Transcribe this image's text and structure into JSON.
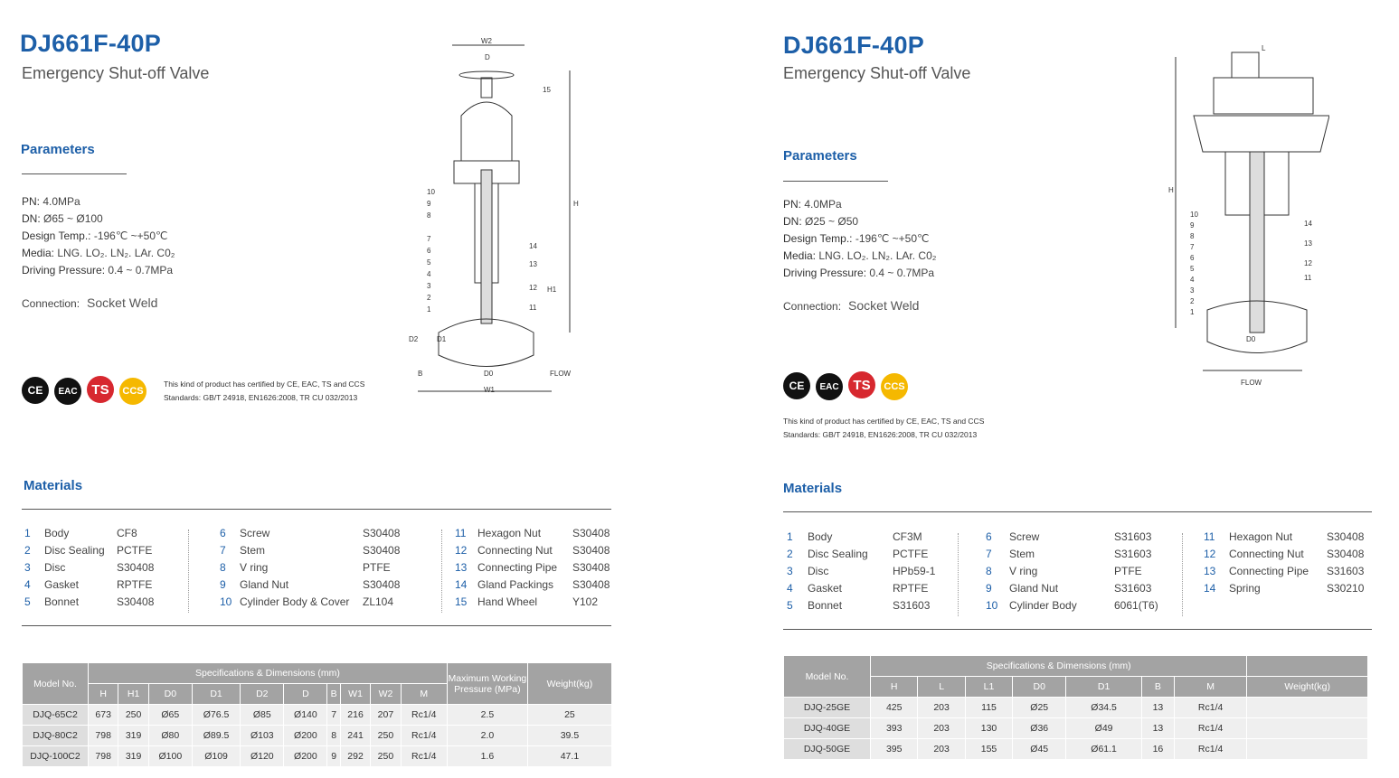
{
  "left": {
    "title": "DJ661F-40P",
    "subtitle": "Emergency Shut-off Valve",
    "parameters_heading": "Parameters",
    "params": [
      [
        "PN:",
        "4.0MPa"
      ],
      [
        "DN:",
        "Ø65 ~ Ø100"
      ],
      [
        "Design Temp.:",
        "-196℃ ~+50℃"
      ],
      [
        "Media:",
        "LNG. LO₂. LN₂. LAr. C0₂"
      ],
      [
        "Driving Pressure:",
        "0.4 ~ 0.7MPa"
      ]
    ],
    "connection_label": "Connection:",
    "connection_value": "Socket Weld",
    "certs": [
      "CE",
      "EAC",
      "TS",
      "CCS"
    ],
    "cert_text": "This kind of product has certified by CE, EAC, TS and CCS",
    "standards": "Standards:  GB/T 24918, EN1626:2008, TR CU 032/2013",
    "materials_heading": "Materials",
    "materials": [
      [
        "1",
        "Body",
        "CF8"
      ],
      [
        "2",
        "Disc Sealing",
        "PCTFE"
      ],
      [
        "3",
        "Disc",
        "S30408"
      ],
      [
        "4",
        "Gasket",
        "RPTFE"
      ],
      [
        "5",
        "Bonnet",
        "S30408"
      ],
      [
        "6",
        "Screw",
        "S30408"
      ],
      [
        "7",
        "Stem",
        "S30408"
      ],
      [
        "8",
        "V ring",
        "PTFE"
      ],
      [
        "9",
        "Gland Nut",
        "S30408"
      ],
      [
        "10",
        "Cylinder Body & Cover",
        "ZL104"
      ],
      [
        "11",
        "Hexagon Nut",
        "S30408"
      ],
      [
        "12",
        "Connecting Nut",
        "S30408"
      ],
      [
        "13",
        "Connecting Pipe",
        "S30408"
      ],
      [
        "14",
        "Gland Packings",
        "S30408"
      ],
      [
        "15",
        "Hand Wheel",
        "Y102"
      ]
    ],
    "table": {
      "model_header": "Model No.",
      "spec_header": "Specifications & Dimensions (mm)",
      "pressure_header": "Maximum Working Pressure (MPa)",
      "weight_header": "Weight(kg)",
      "columns": [
        "H",
        "H1",
        "D0",
        "D1",
        "D2",
        "D",
        "B",
        "W1",
        "W2",
        "M"
      ],
      "rows": [
        [
          "DJQ-65C2",
          "673",
          "250",
          "Ø65",
          "Ø76.5",
          "Ø85",
          "Ø140",
          "7",
          "216",
          "207",
          "Rc1/4",
          "2.5",
          "25"
        ],
        [
          "DJQ-80C2",
          "798",
          "319",
          "Ø80",
          "Ø89.5",
          "Ø103",
          "Ø200",
          "8",
          "241",
          "250",
          "Rc1/4",
          "2.0",
          "39.5"
        ],
        [
          "DJQ-100C2",
          "798",
          "319",
          "Ø100",
          "Ø109",
          "Ø120",
          "Ø200",
          "9",
          "292",
          "250",
          "Rc1/4",
          "1.6",
          "47.1"
        ]
      ]
    },
    "drawing_labels": [
      "W2",
      "D",
      "15",
      "H",
      "H1",
      "D2",
      "D1",
      "B",
      "D0",
      "W1",
      "FLOW",
      "1",
      "2",
      "3",
      "4",
      "5",
      "6",
      "7",
      "8",
      "9",
      "10",
      "11",
      "12",
      "13",
      "14"
    ]
  },
  "right": {
    "title": "DJ661F-40P",
    "subtitle": "Emergency Shut-off Valve",
    "parameters_heading": "Parameters",
    "params": [
      [
        "PN:",
        "4.0MPa"
      ],
      [
        "DN:",
        "Ø25 ~ Ø50"
      ],
      [
        "Design Temp.:",
        "-196℃ ~+50℃"
      ],
      [
        "Media:",
        "LNG. LO₂. LN₂. LAr. C0₂"
      ],
      [
        "Driving Pressure:",
        "0.4 ~ 0.7MPa"
      ]
    ],
    "connection_label": "Connection:",
    "connection_value": "Socket Weld",
    "certs": [
      "CE",
      "EAC",
      "TS",
      "CCS"
    ],
    "cert_text": "This kind of product has certified by CE, EAC, TS and CCS",
    "standards": "Standards:  GB/T 24918, EN1626:2008, TR CU 032/2013",
    "materials_heading": "Materials",
    "materials": [
      [
        "1",
        "Body",
        "CF3M"
      ],
      [
        "2",
        "Disc Sealing",
        "PCTFE"
      ],
      [
        "3",
        "Disc",
        "HPb59-1"
      ],
      [
        "4",
        "Gasket",
        "RPTFE"
      ],
      [
        "5",
        "Bonnet",
        "S31603"
      ],
      [
        "6",
        "Screw",
        "S31603"
      ],
      [
        "7",
        "Stem",
        "S31603"
      ],
      [
        "8",
        "V ring",
        "PTFE"
      ],
      [
        "9",
        "Gland Nut",
        "S31603"
      ],
      [
        "10",
        "Cylinder Body",
        "6061(T6)"
      ],
      [
        "11",
        "Hexagon Nut",
        "S30408"
      ],
      [
        "12",
        "Connecting Nut",
        "S30408"
      ],
      [
        "13",
        "Connecting Pipe",
        "S31603"
      ],
      [
        "14",
        "Spring",
        "S30210"
      ]
    ],
    "table": {
      "model_header": "Model No.",
      "spec_header": "Specifications & Dimensions (mm)",
      "weight_header": "Weight(kg)",
      "columns": [
        "H",
        "L",
        "L1",
        "D0",
        "D1",
        "B",
        "M"
      ],
      "rows": [
        [
          "DJQ-25GE",
          "425",
          "203",
          "115",
          "Ø25",
          "Ø34.5",
          "13",
          "Rc1/4",
          ""
        ],
        [
          "DJQ-40GE",
          "393",
          "203",
          "130",
          "Ø36",
          "Ø49",
          "13",
          "Rc1/4",
          ""
        ],
        [
          "DJQ-50GE",
          "395",
          "203",
          "155",
          "Ø45",
          "Ø61.1",
          "16",
          "Rc1/4",
          ""
        ]
      ]
    },
    "drawing_labels": [
      "L",
      "H",
      "FLOW",
      "D0",
      "1",
      "2",
      "3",
      "4",
      "5",
      "6",
      "7",
      "8",
      "9",
      "10",
      "11",
      "12",
      "13",
      "14"
    ]
  },
  "colors": {
    "accent": "#1d5fa8",
    "ts_red": "#d7282f",
    "ccs_yellow": "#f5b800"
  }
}
